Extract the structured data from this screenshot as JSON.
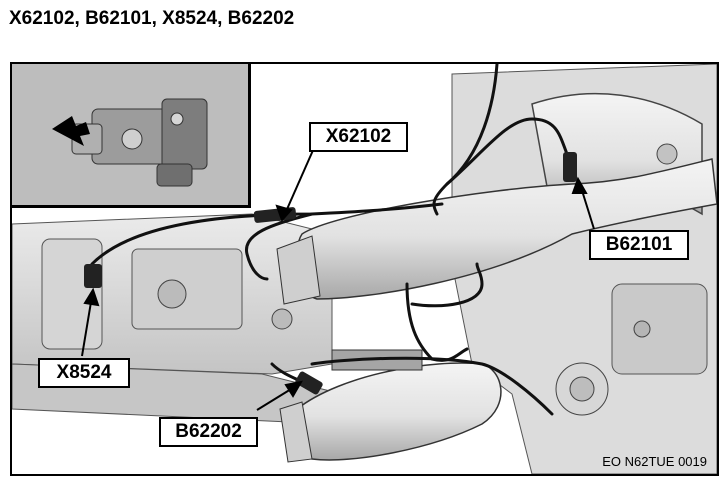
{
  "page": {
    "title": "X62102, B62101, X8524, B62202"
  },
  "callouts": {
    "x62102": "X62102",
    "b62101": "B62101",
    "x8524": "X8524",
    "b62202": "B62202"
  },
  "reference_code": "EO N62TUE 0019",
  "colors": {
    "metal_light": "#ececec",
    "metal_mid": "#d2d2d2",
    "metal_dark": "#9a9a9a",
    "wiring": "#111111",
    "inset_background": "#bdbdbd"
  }
}
